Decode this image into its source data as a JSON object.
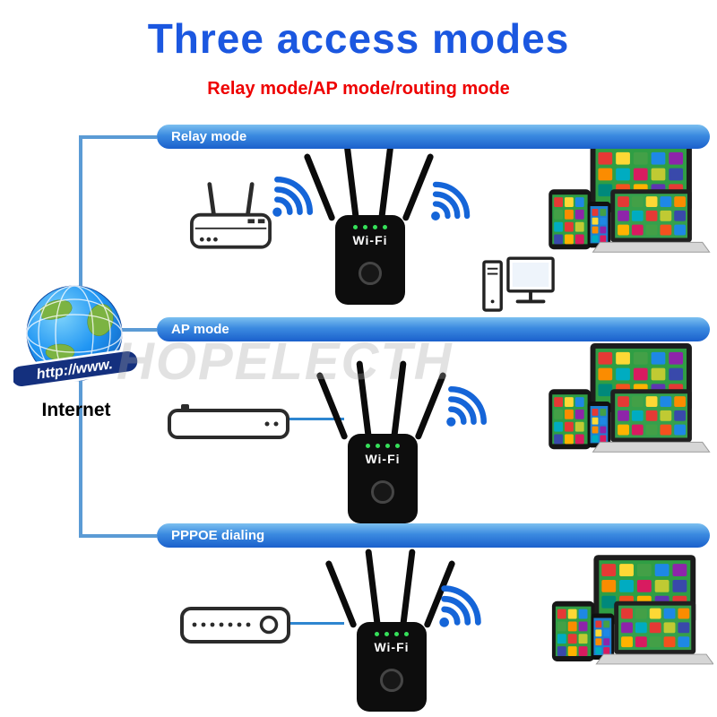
{
  "page": {
    "title": "Three access modes",
    "subtitle": "Relay mode/AP mode/routing mode",
    "watermark": "HOPELECTH"
  },
  "internet": {
    "label": "Internet",
    "banner": "http://www."
  },
  "sections": [
    {
      "label": "Relay mode"
    },
    {
      "label": "AP mode"
    },
    {
      "label": "PPPOE dialing"
    }
  ],
  "repeater": {
    "brand_label": "Wi-Fi"
  },
  "colors": {
    "title_blue": "#1b57e0",
    "subtitle_red": "#ee0000",
    "bar_blue": "#2f7fd6",
    "wifi_blue": "#1565d8",
    "connector_blue": "#5b9bd5",
    "wire_blue": "#2e86d0",
    "led_green": "#35e05a",
    "device_black": "#0d0d0d"
  }
}
